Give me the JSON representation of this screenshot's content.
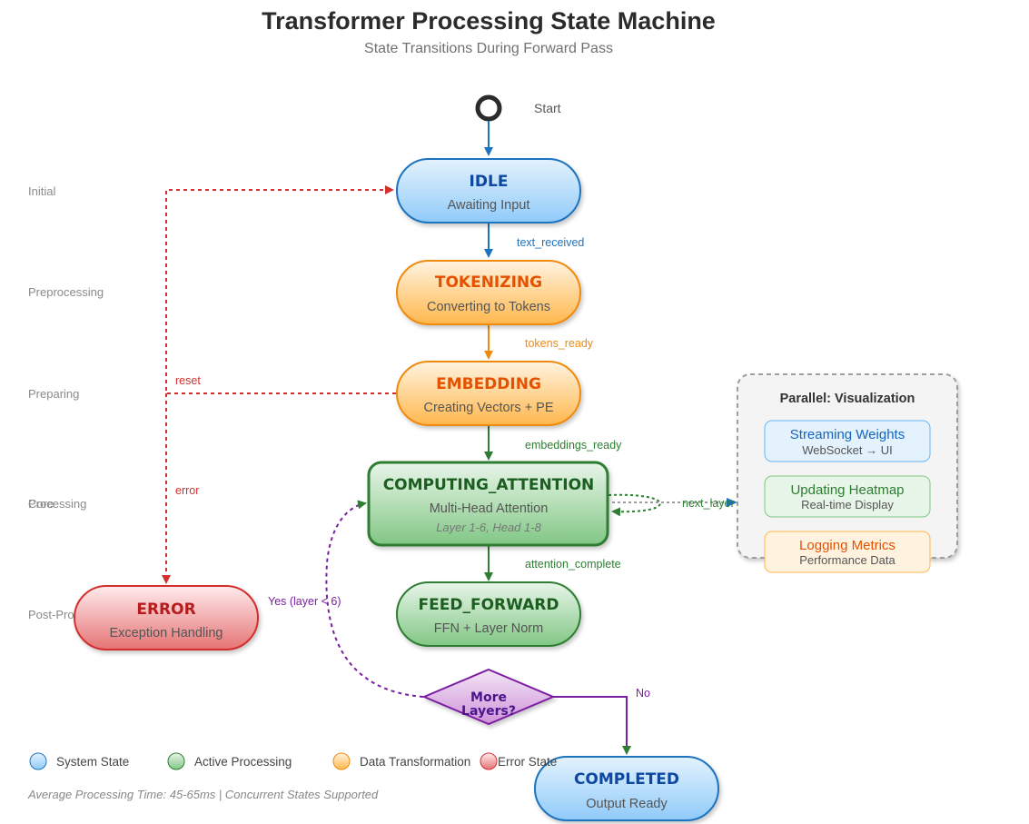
{
  "header": {
    "title": "Transformer Processing State Machine",
    "subtitle": "State Transitions During Forward Pass"
  },
  "start_label": "Start",
  "phases": [
    "Initial",
    "Preprocessing",
    "Preparing",
    "Processing",
    "Core",
    "Post-Process"
  ],
  "states": {
    "idle": {
      "title": "IDLE",
      "sub": "Awaiting Input"
    },
    "tokenizing": {
      "title": "TOKENIZING",
      "sub": "Converting to Tokens"
    },
    "embedding": {
      "title": "EMBEDDING",
      "sub": "Creating Vectors + PE"
    },
    "computing": {
      "title": "COMPUTING_ATTENTION",
      "sub": "Multi-Head Attention",
      "detail": "Layer 1-6, Head 1-8"
    },
    "feed_forward": {
      "title": "FEED_FORWARD",
      "sub": "FFN + Layer Norm"
    },
    "error": {
      "title": "ERROR",
      "sub": "Exception Handling"
    },
    "completed": {
      "title": "COMPLETED",
      "sub": "Output Ready"
    },
    "decision": {
      "line1": "More",
      "line2": "Layers?"
    }
  },
  "edges": {
    "text_received": "text_received",
    "tokens_ready": "tokens_ready",
    "embeddings_ready": "embeddings_ready",
    "attention_complete": "attention_complete",
    "reset": "reset",
    "error": "error",
    "next_layer": "next_layer",
    "yes": "Yes (layer < 6)",
    "no": "No"
  },
  "parallel": {
    "title": "Parallel: Visualization",
    "items": [
      {
        "title": "Streaming Weights",
        "sub": "WebSocket → UI"
      },
      {
        "title": "Updating Heatmap",
        "sub": "Real-time Display"
      },
      {
        "title": "Logging Metrics",
        "sub": "Performance Data"
      }
    ]
  },
  "legend": [
    {
      "label": "System State",
      "color": "#90caf9"
    },
    {
      "label": "Active Processing",
      "color": "#81c784"
    },
    {
      "label": "Data Transformation",
      "color": "#ffb74d"
    },
    {
      "label": "Error State",
      "color": "#e57373"
    }
  ],
  "footer": "Average Processing Time: 45-65ms | Concurrent States Supported",
  "colors": {
    "system": "#1e73be",
    "processing": "#2e7d32",
    "transform": "#ef8a10",
    "error": "#d32f2f",
    "decision": "#7b1fa2"
  }
}
